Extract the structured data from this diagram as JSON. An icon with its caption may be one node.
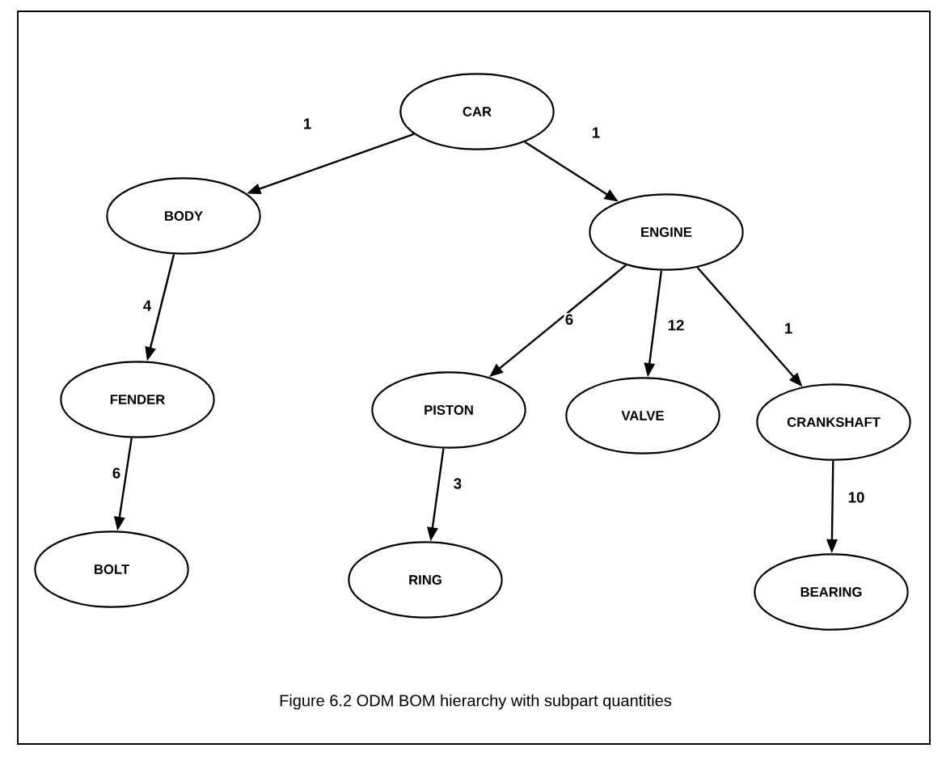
{
  "diagram": {
    "caption": "Figure 6.2   ODM BOM hierarchy with subpart quantities",
    "nodes": [
      {
        "text": [
          "CAR"
        ]
      },
      {
        "text": [
          "BODY"
        ]
      },
      {
        "text": [
          "ENGINE"
        ]
      },
      {
        "text": [
          "FENDER"
        ]
      },
      {
        "text": [
          "PISTON"
        ]
      },
      {
        "text": [
          "VALVE"
        ]
      },
      {
        "text": [
          "CRANKSHAFT"
        ]
      },
      {
        "text": [
          "BOLT"
        ]
      },
      {
        "text": [
          "RING"
        ]
      },
      {
        "text": [
          "BEARING"
        ]
      }
    ],
    "edges": [
      {
        "from": 0,
        "to": 1,
        "arrow": "to",
        "label": "1"
      },
      {
        "from": 0,
        "to": 2,
        "arrow": "to",
        "label": "1"
      },
      {
        "from": 1,
        "to": 3,
        "arrow": "to",
        "label": "4"
      },
      {
        "from": 2,
        "to": 4,
        "arrow": "to",
        "label": "6"
      },
      {
        "from": 2,
        "to": 5,
        "arrow": "to",
        "label": "12"
      },
      {
        "from": 2,
        "to": 6,
        "arrow": "to",
        "label": "1"
      },
      {
        "from": 3,
        "to": 7,
        "arrow": "to",
        "label": "6"
      },
      {
        "from": 4,
        "to": 8,
        "arrow": "to",
        "label": "3"
      },
      {
        "from": 6,
        "to": 9,
        "arrow": "to",
        "label": "10"
      }
    ]
  }
}
